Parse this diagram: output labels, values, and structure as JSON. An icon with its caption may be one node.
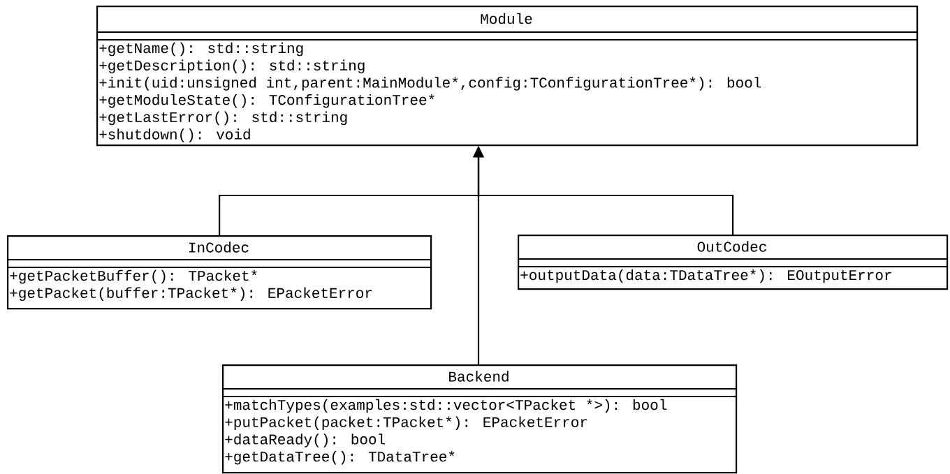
{
  "diagram": {
    "nodes": [
      {
        "text": [
          "Module",
          "+getName(): std::string",
          "+getDescription(): std::string",
          "+init(uid:unsigned int,parent:MainModule*,config:TConfigurationTree*): bool",
          "+getModuleState(): TConfigurationTree*",
          "+getLastError(): std::string",
          "+shutdown(): void"
        ]
      },
      {
        "text": [
          "InCodec",
          "+getPacketBuffer(): TPacket*",
          "+getPacket(buffer:TPacket*): EPacketError"
        ]
      },
      {
        "text": [
          "OutCodec",
          "+outputData(data:TDataTree*): EOutputError"
        ]
      },
      {
        "text": [
          "Backend",
          "+matchTypes(examples:std::vector<TPacket *>): bool",
          "+putPacket(packet:TPacket*): EPacketError",
          "+dataReady(): bool",
          "+getDataTree(): TDataTree*"
        ]
      }
    ],
    "edges": [
      {
        "from": 1,
        "to": 0,
        "arrow": "to"
      },
      {
        "from": 2,
        "to": 0,
        "arrow": "to"
      },
      {
        "from": 3,
        "to": 0,
        "arrow": "to"
      }
    ]
  }
}
